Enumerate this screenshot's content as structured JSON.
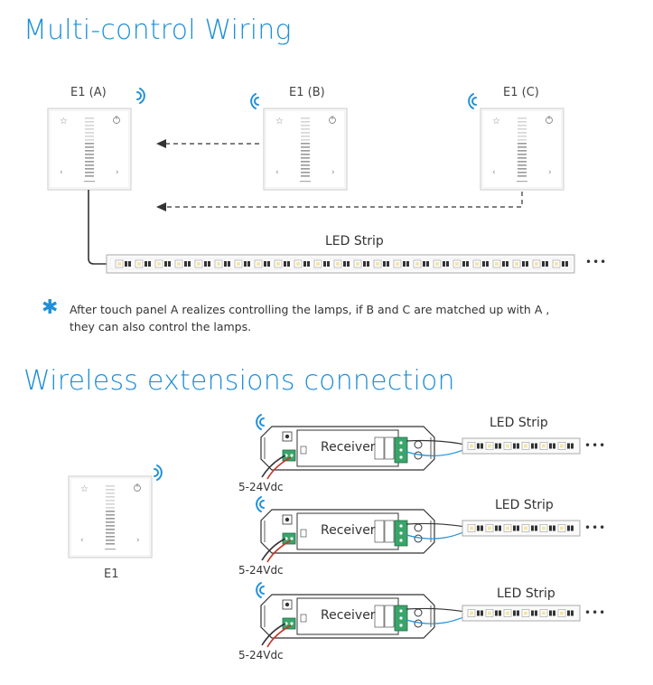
{
  "section1": {
    "title": "Multi-control Wiring",
    "panels": [
      {
        "label": "E1 (A)"
      },
      {
        "label": "E1 (B)"
      },
      {
        "label": "E1 (C)"
      }
    ],
    "strip_label": "LED Strip",
    "ellipsis": "•••",
    "note_line1": "After touch panel A realizes controlling the lamps, if B and C are matched up with A ,",
    "note_line2": "they can also control the lamps."
  },
  "section2": {
    "title": "Wireless extensions connection",
    "panel_label": "E1",
    "receivers": [
      {
        "label": "Receiver",
        "voltage": "5-24Vdc",
        "strip_label": "LED Strip"
      },
      {
        "label": "Receiver",
        "voltage": "5-24Vdc",
        "strip_label": "LED Strip"
      },
      {
        "label": "Receiver",
        "voltage": "5-24Vdc",
        "strip_label": "LED Strip"
      }
    ],
    "ellipsis": "•••"
  },
  "colors": {
    "accent": "#1f8fd8",
    "line": "#333333"
  }
}
